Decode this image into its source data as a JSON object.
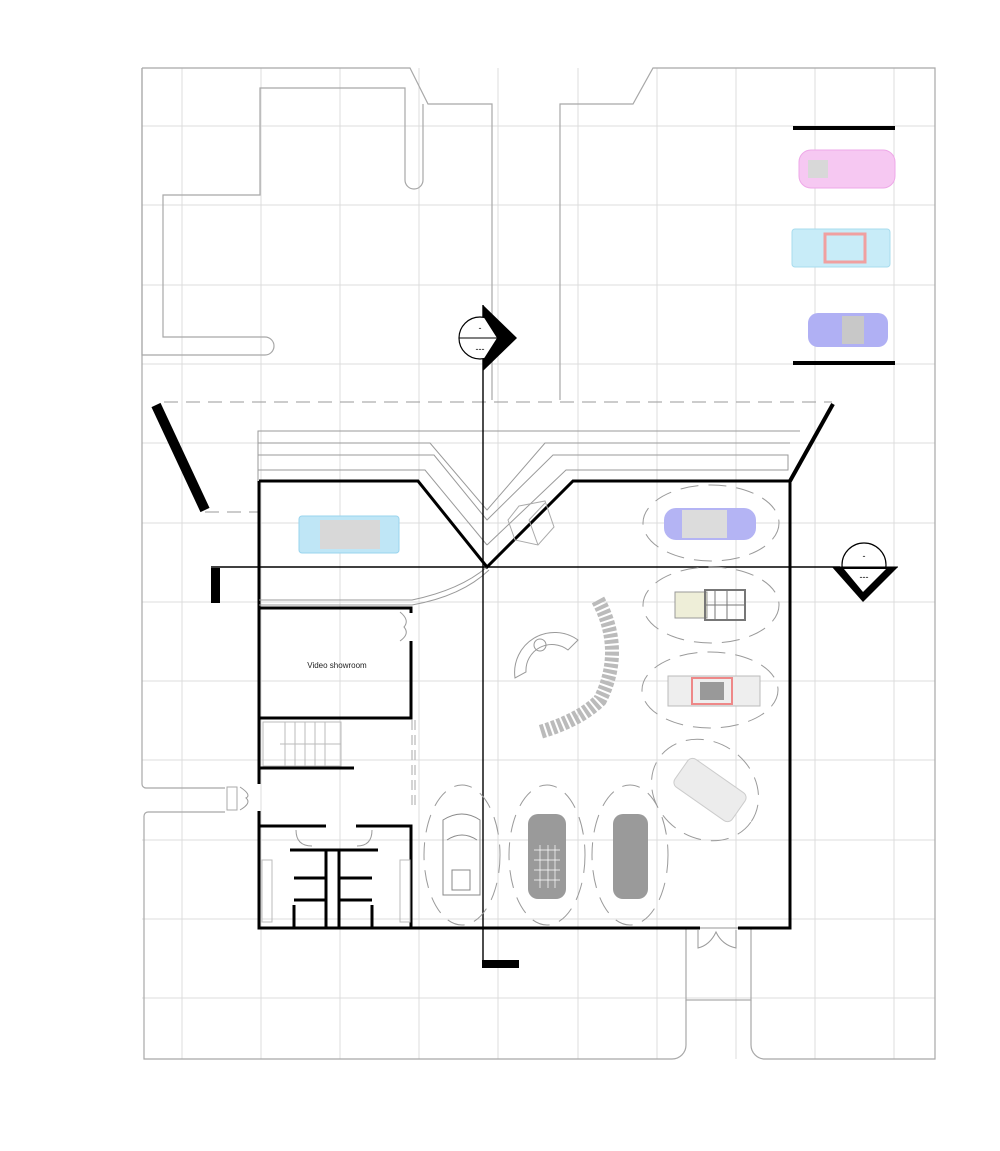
{
  "drawing": {
    "type": "architectural floor plan",
    "rooms": {
      "video_showroom": "Video showroom"
    },
    "section_markers": [
      {
        "id": "north",
        "top_label": "-",
        "bottom_label": "---"
      },
      {
        "id": "east",
        "top_label": "-",
        "bottom_label": "---"
      }
    ],
    "colors": {
      "wall": "#000000",
      "grid": "#dcdcdc",
      "site_line": "#a8a8a8",
      "car_pink": "#f4b8f0",
      "car_cyan": "#bfe8f6",
      "car_blue": "#a9a9f2",
      "car_gray": "#9a9a9a"
    },
    "cars": [
      {
        "id": "legend-pink",
        "color": "pink"
      },
      {
        "id": "legend-cyan",
        "color": "cyan"
      },
      {
        "id": "legend-blue",
        "color": "blue"
      },
      {
        "id": "entrance-cyan",
        "color": "cyan"
      },
      {
        "id": "display-blue",
        "color": "blue"
      },
      {
        "id": "display-jeep",
        "color": "gray"
      },
      {
        "id": "display-race",
        "color": "gray/red"
      },
      {
        "id": "display-diag",
        "color": "light gray"
      },
      {
        "id": "display-sports",
        "color": "outline"
      },
      {
        "id": "display-suv",
        "color": "gray"
      },
      {
        "id": "display-sedan",
        "color": "gray"
      }
    ]
  }
}
